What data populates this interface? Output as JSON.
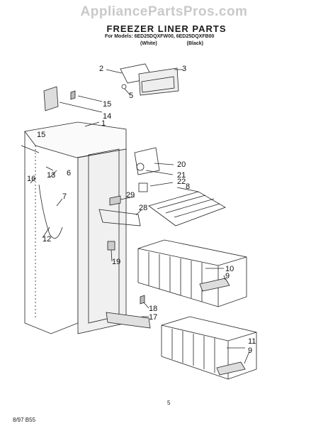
{
  "header": {
    "site": "AppliancePartsPros.com",
    "title": "FREEZER LINER PARTS",
    "models_line": "For Models: 6ED25DQXFW00, 6ED25DQXFB00",
    "variant_white": "(White)",
    "variant_black": "(Black)"
  },
  "footer": {
    "page_number": "5",
    "date_code": "8/97 B55"
  },
  "callouts": [
    "2",
    "3",
    "5",
    "15",
    "14",
    "1",
    "15",
    "6",
    "13",
    "7",
    "16",
    "12",
    "20",
    "21",
    "22",
    "8",
    "29",
    "28",
    "19",
    "10",
    "9",
    "18",
    "17",
    "11",
    "9"
  ]
}
